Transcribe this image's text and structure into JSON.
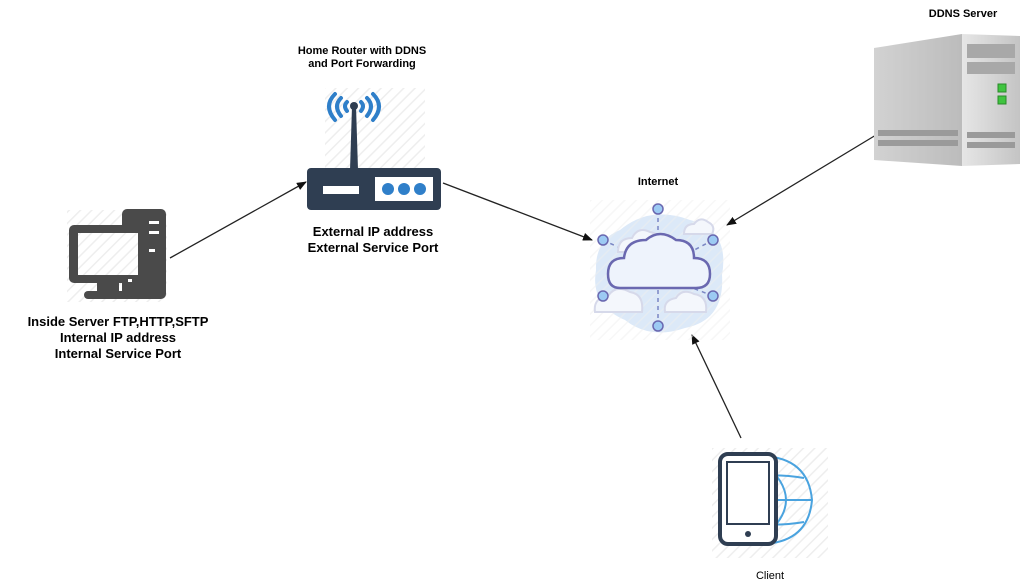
{
  "diagram": {
    "title": "DDNS and Port Forwarding Network Diagram",
    "nodes": {
      "inside_server": {
        "icon": "desktop-computer-icon",
        "lines": [
          "Inside Server FTP,HTTP,SFTP",
          "Internal IP address",
          "Internal Service Port"
        ]
      },
      "router": {
        "icon": "wifi-router-icon",
        "title_lines": [
          "Home Router with DDNS",
          "and Port Forwarding"
        ],
        "lines": [
          "External IP address",
          "External Service Port"
        ]
      },
      "internet": {
        "icon": "cloud-network-icon",
        "label": "Internet"
      },
      "ddns_server": {
        "icon": "server-tower-icon",
        "label": "DDNS Server"
      },
      "client": {
        "icon": "tablet-globe-icon",
        "label": "Client"
      }
    },
    "edges": [
      {
        "from": "inside_server",
        "to": "router"
      },
      {
        "from": "router",
        "to": "internet"
      },
      {
        "from": "ddns_server",
        "to": "internet"
      },
      {
        "from": "client",
        "to": "internet"
      }
    ],
    "colors": {
      "router_body": "#2f3e52",
      "wifi_waves": "#2f7fc9",
      "computer": "#4a4a4a",
      "cloud_bg": "#dce9f8",
      "cloud_outline": "#6a68b0",
      "node_dot": "#9ccaf3",
      "server_gray": "#c8c8c8",
      "server_led": "#3fc43f",
      "globe": "#4aa3df",
      "arrow": "#222222"
    }
  }
}
